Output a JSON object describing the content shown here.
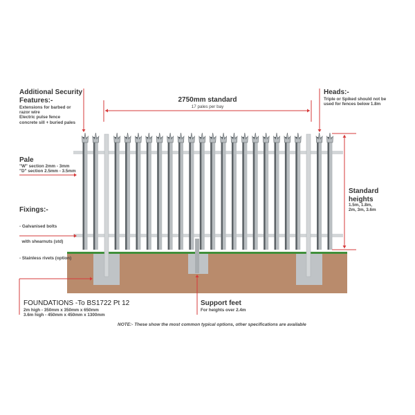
{
  "additional_security": {
    "title_line1": "Additional Security",
    "title_line2": "Features:-",
    "lines": [
      "Extensions for barbed or",
      "razor wire",
      "Electric pulse fence",
      "concrete sill + buried pales"
    ]
  },
  "bay_width": {
    "title": "2750mm standard",
    "subtitle": "17 pales per bay"
  },
  "heads": {
    "title": "Heads:-",
    "lines": [
      "Triple or Spiked should not be",
      "used for fences below 1.8m"
    ]
  },
  "pale": {
    "title": "Pale",
    "lines": [
      "\"W\" section 2mm - 3mm",
      "\"D\" section 2.5mm - 3.5mm"
    ]
  },
  "fixings": {
    "title": "Fixings:-",
    "lines": [
      "- Galvanised bolts",
      "  with shearnuts (std)",
      "- Stainless rivets (option)"
    ]
  },
  "standard_heights": {
    "title_line1": "Standard",
    "title_line2": "heights",
    "lines": [
      "1.5m, 1.8m,",
      "2m, 3m, 3.6m"
    ]
  },
  "foundations": {
    "title": "FOUNDATIONS -To BS1722 Pt 12",
    "lines": [
      "2m high - 350mm x 350mm x 650mm",
      "3.6m high - 450mm x 450mm x 1300mm"
    ]
  },
  "support_feet": {
    "title": "Support feet",
    "subtitle": "For heights over 2.4m"
  },
  "note": "NOTE:- These show the most common typical options, other specifications are available",
  "colors": {
    "arrow": "#d63a3a",
    "soil": "#b98b6c",
    "grass": "#3f8f3a",
    "concrete": "#bfc3c6",
    "pale_dark": "#5c6266",
    "pale_light": "#b9bec1",
    "rail": "#d3d6d8"
  }
}
